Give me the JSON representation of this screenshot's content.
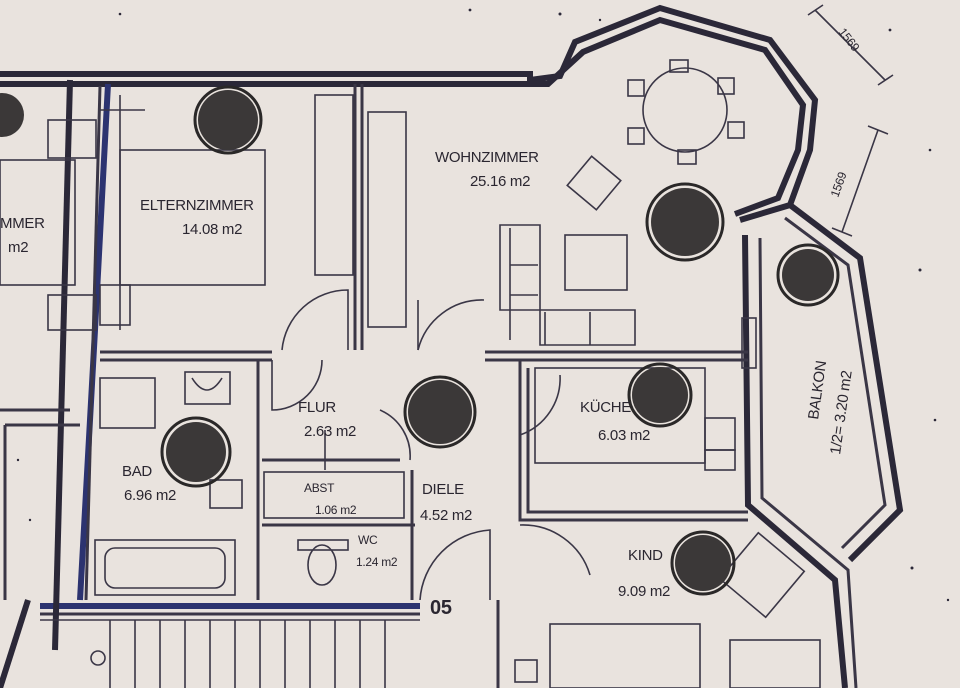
{
  "colors": {
    "paper": "#e9e3de",
    "ink": "#2b2838",
    "wall_blue": "#2c3370"
  },
  "rooms": {
    "wohnzimmer": {
      "name": "WOHNZIMMER",
      "area": "25.16 m2"
    },
    "elternzimmer": {
      "name": "ELTERNZIMMER",
      "area": "14.08 m2"
    },
    "left_room": {
      "name": "MMER",
      "area": "m2"
    },
    "flur": {
      "name": "FLUR",
      "area": "2.63 m2"
    },
    "bad": {
      "name": "BAD",
      "area": "6.96 m2"
    },
    "abst": {
      "name": "ABST",
      "area": "1.06 m2"
    },
    "wc": {
      "name": "WC",
      "area": "1.24 m2"
    },
    "diele": {
      "name": "DIELE",
      "area": "4.52 m2"
    },
    "kueche": {
      "name": "KÜCHE",
      "area": "6.03 m2"
    },
    "kind": {
      "name": "KIND",
      "area": "9.09 m2"
    },
    "balkon": {
      "name": "BALKON",
      "area": "1/2= 3.20 m2"
    }
  },
  "dimensions": [
    "1569",
    "1569"
  ],
  "unit_number": "05",
  "icons": [
    "ceiling-lamp-icon",
    "dining-table-icon",
    "bathtub-icon",
    "toilet-icon",
    "sink-icon",
    "stove-icon",
    "sofa-icon",
    "stair-icon"
  ]
}
